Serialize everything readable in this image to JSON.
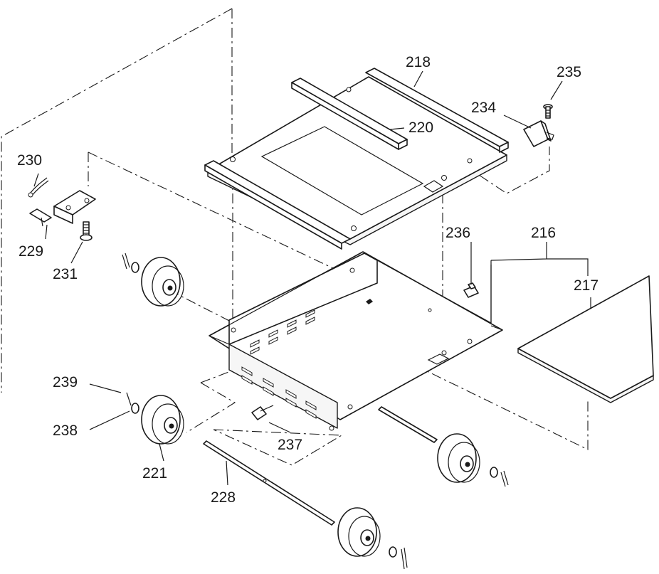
{
  "labels": {
    "p216": "216",
    "p217": "217",
    "p218": "218",
    "p220": "220",
    "p221": "221",
    "p228": "228",
    "p229": "229",
    "p230": "230",
    "p231": "231",
    "p234": "234",
    "p235": "235",
    "p236": "236",
    "p237": "237",
    "p238": "238",
    "p239": "239"
  }
}
